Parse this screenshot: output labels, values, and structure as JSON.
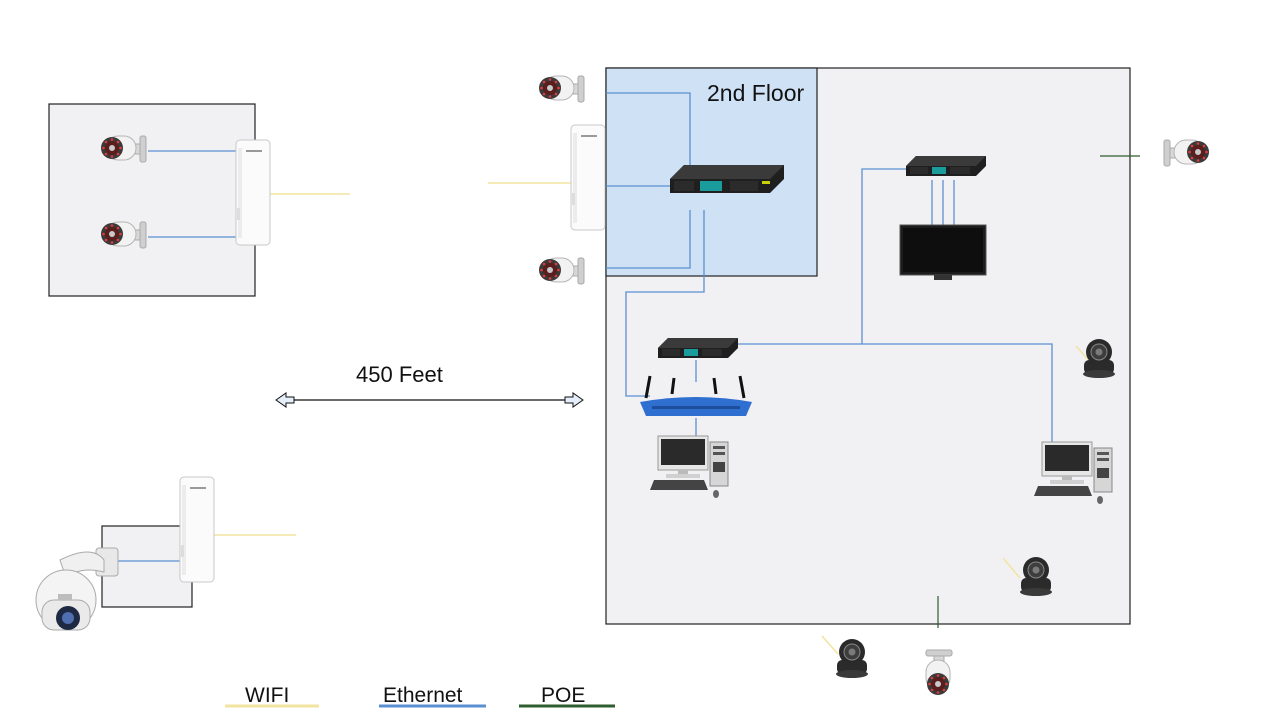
{
  "labels": {
    "floor": "2nd Floor",
    "distance": "450 Feet"
  },
  "legend": {
    "wifi": "WIFI",
    "ethernet": "Ethernet",
    "poe": "POE"
  },
  "colors": {
    "wifi": "#f2e3a0",
    "ethernet": "#5b8fd1",
    "poe": "#2e5d2e",
    "floor_fill": "#cfe2f5",
    "building_fill": "#f1f1f3"
  }
}
